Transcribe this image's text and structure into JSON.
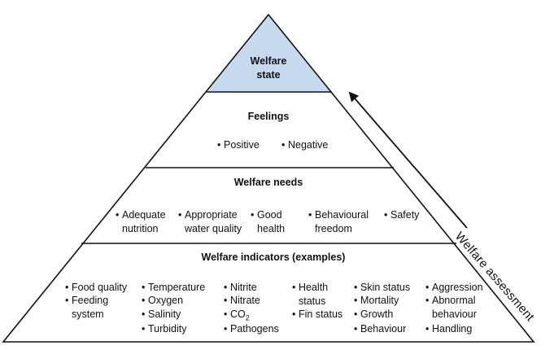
{
  "apex": {
    "line1": "Welfare",
    "line2": "state",
    "fill_color": "#c6d9ee"
  },
  "feelings": {
    "title": "Feelings",
    "items": [
      "Positive",
      "Negative"
    ]
  },
  "needs": {
    "title": "Welfare needs",
    "items": [
      [
        "Adequate",
        "nutrition"
      ],
      [
        "Appropriate",
        "water quality"
      ],
      [
        "Good",
        "health"
      ],
      [
        "Behavioural",
        "freedom"
      ],
      [
        "Safety"
      ]
    ]
  },
  "indicators": {
    "title": "Welfare indicators (examples)",
    "columns": [
      [
        "Food quality",
        "Feeding",
        "system"
      ],
      [
        "Temperature",
        "Oxygen",
        "Salinity",
        "Turbidity"
      ],
      [
        "Nitrite",
        "Nitrate",
        "CO",
        "Pathogens"
      ],
      [
        "Health",
        "status",
        "Fin status"
      ],
      [
        "Skin status",
        "Mortality",
        "Growth",
        "Behaviour"
      ],
      [
        "Aggression",
        "Abnormal",
        "behaviour",
        "Handling"
      ]
    ],
    "co2_subscript": "2"
  },
  "side_arrow": {
    "label": "Welfare assessment"
  }
}
